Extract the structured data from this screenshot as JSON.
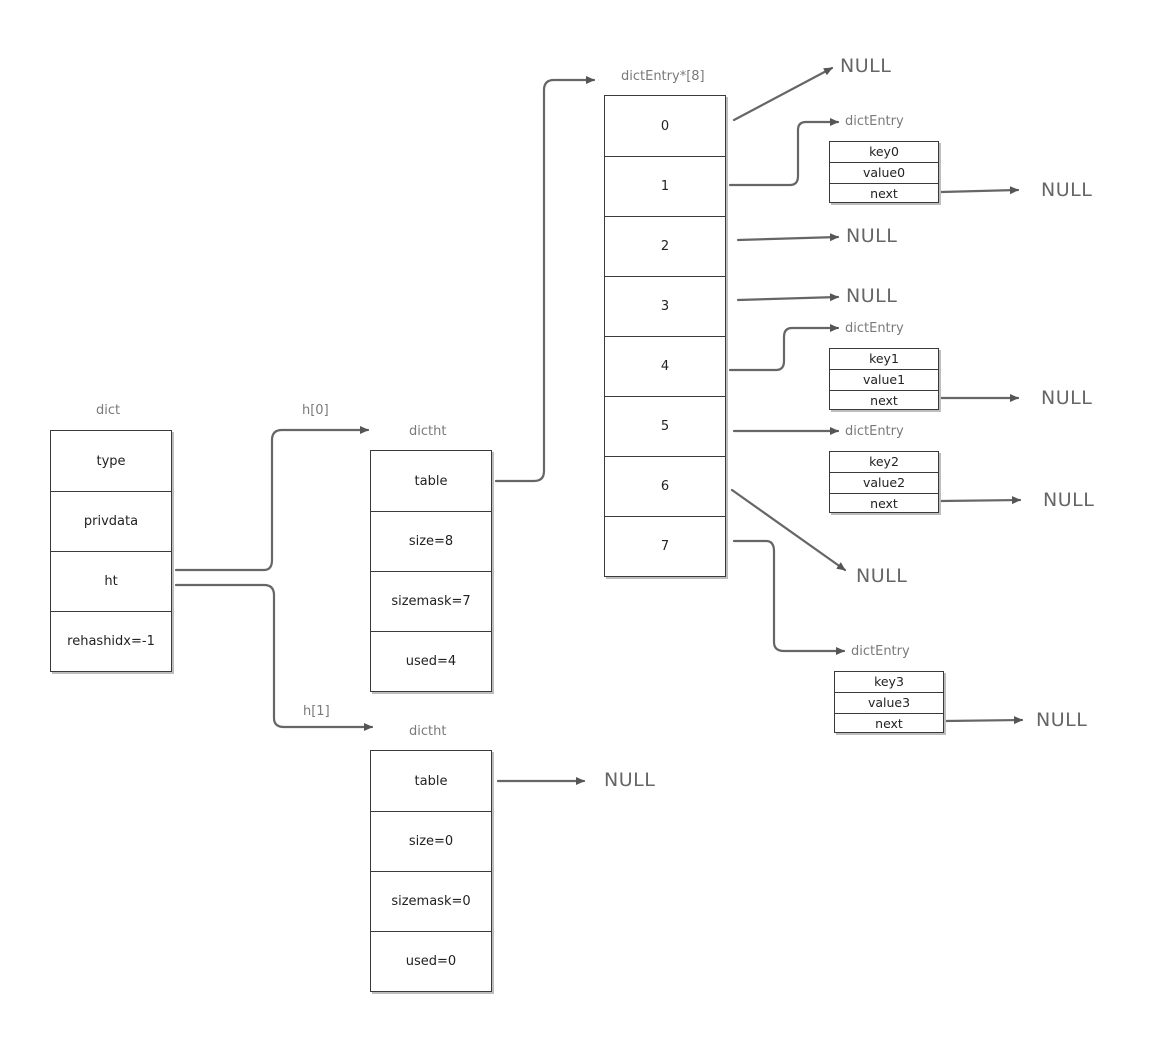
{
  "dict": {
    "title": "dict",
    "fields": [
      "type",
      "privdata",
      "ht",
      "rehashidx=-1"
    ]
  },
  "links": {
    "h0": "h[0]",
    "h1": "h[1]"
  },
  "ht0": {
    "title": "dictht",
    "fields": [
      "table",
      "size=8",
      "sizemask=7",
      "used=4"
    ]
  },
  "ht1": {
    "title": "dictht",
    "fields": [
      "table",
      "size=0",
      "sizemask=0",
      "used=0"
    ],
    "table_target": "NULL"
  },
  "table": {
    "title": "dictEntry*[8]",
    "slots": [
      "0",
      "1",
      "2",
      "3",
      "4",
      "5",
      "6",
      "7"
    ]
  },
  "slot_targets": {
    "s0": "NULL",
    "s2": "NULL",
    "s3": "NULL",
    "s6": "NULL"
  },
  "entries": [
    {
      "title": "dictEntry",
      "key": "key0",
      "value": "value0",
      "next": "next",
      "next_target": "NULL"
    },
    {
      "title": "dictEntry",
      "key": "key1",
      "value": "value1",
      "next": "next",
      "next_target": "NULL"
    },
    {
      "title": "dictEntry",
      "key": "key2",
      "value": "value2",
      "next": "next",
      "next_target": "NULL"
    },
    {
      "title": "dictEntry",
      "key": "key3",
      "value": "value3",
      "next": "next",
      "next_target": "NULL"
    }
  ]
}
